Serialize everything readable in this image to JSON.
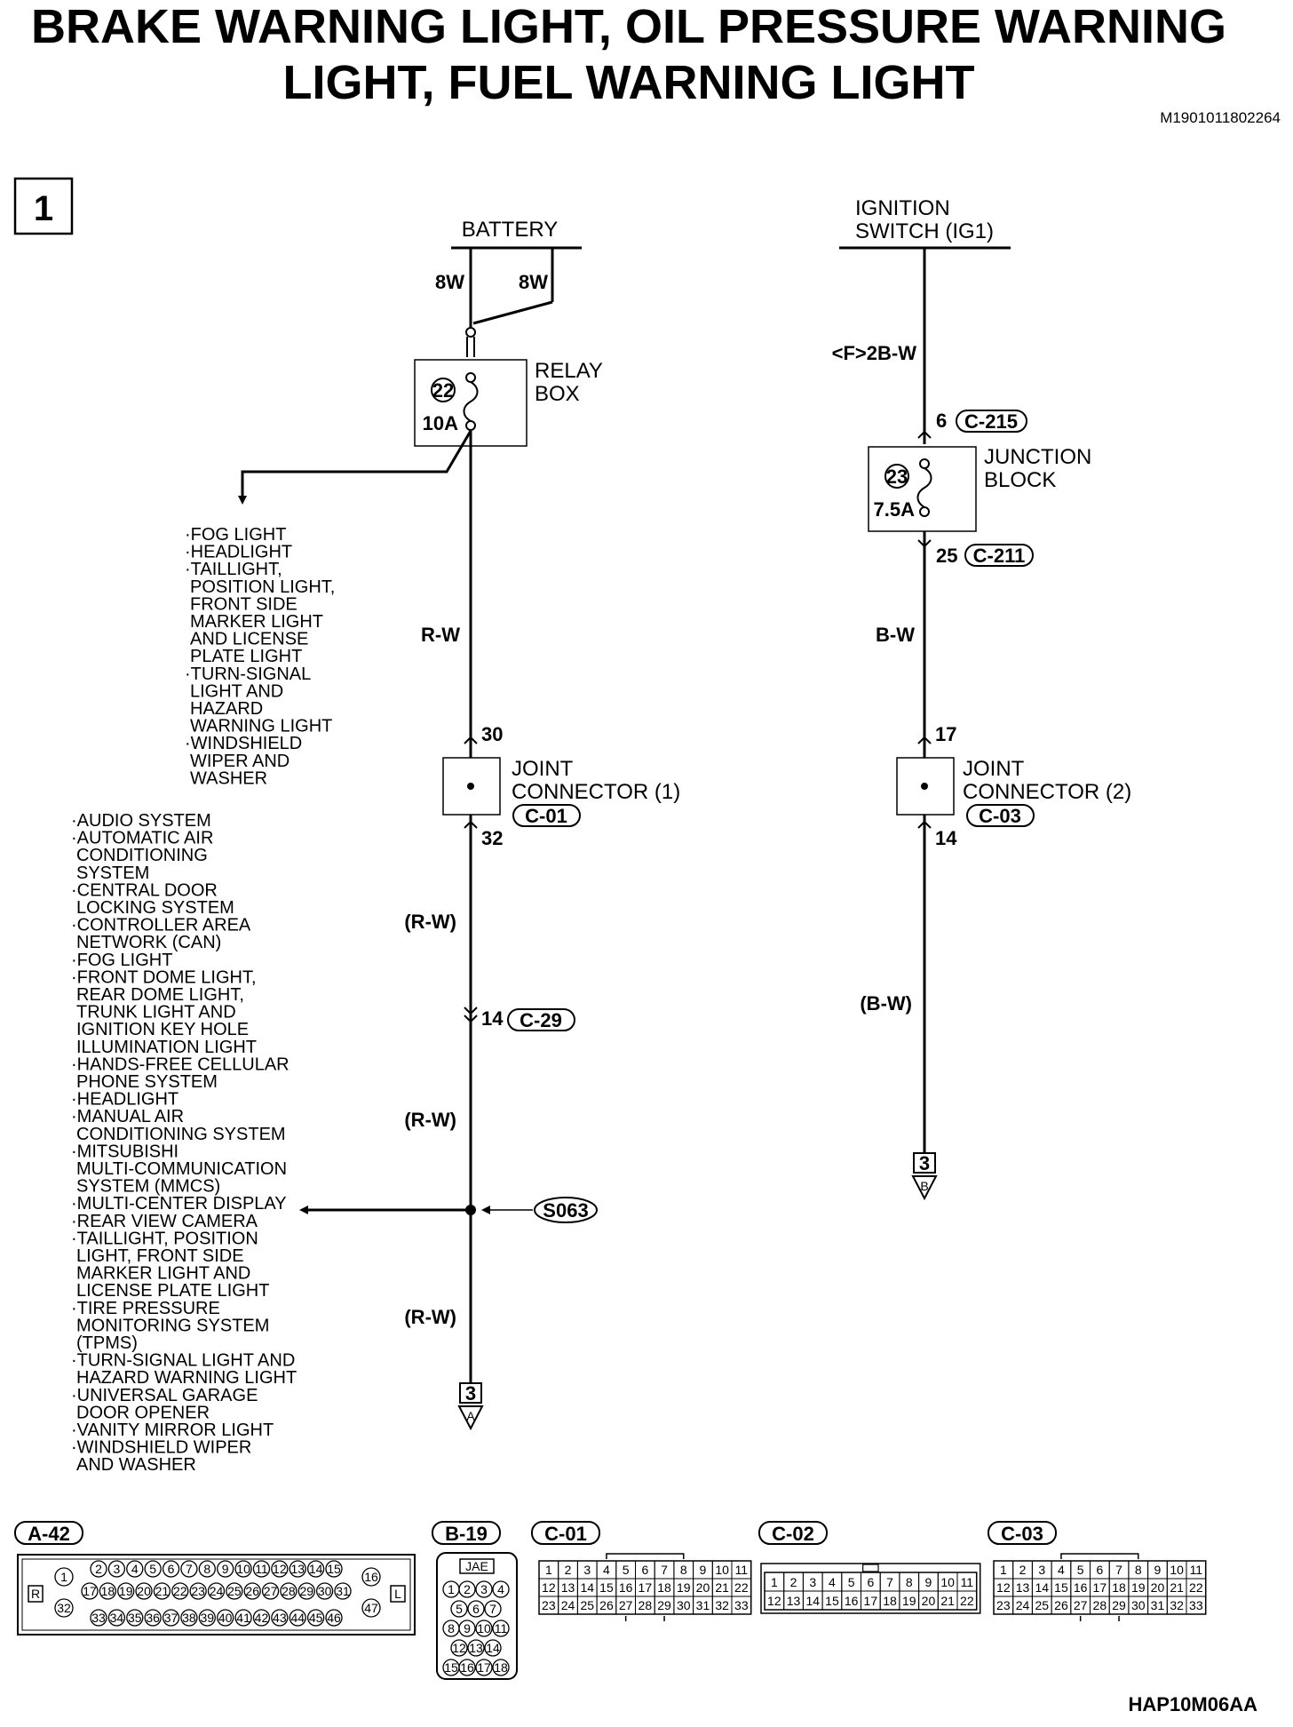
{
  "header": {
    "title_line1": "BRAKE WARNING LIGHT, OIL PRESSURE WARNING",
    "title_line2": "LIGHT, FUEL WARNING LIGHT",
    "doc_code": "M1901011802264",
    "page_no": "1",
    "figure_code": "HAP10M06AA"
  },
  "left_circuit": {
    "source": "BATTERY",
    "wire_a": "8W",
    "wire_b": "8W",
    "fuse_box": "RELAY BOX",
    "fuse_no": "22",
    "fuse_amp": "10A",
    "branch_items": [
      "·FOG LIGHT",
      "·HEADLIGHT",
      "·TAILLIGHT,",
      "POSITION LIGHT,",
      "FRONT SIDE",
      "MARKER LIGHT",
      "AND LICENSE",
      "PLATE LIGHT",
      "·TURN-SIGNAL",
      "LIGHT AND",
      "HAZARD",
      "WARNING LIGHT",
      "·WINDSHIELD",
      "WIPER AND",
      "WASHER"
    ],
    "wire_main": "R-W",
    "jc_in_pin": "30",
    "jc_name_1": "JOINT",
    "jc_name_2": "CONNECTOR (1)",
    "jc_code": "C-01",
    "jc_out_pin": "32",
    "wire_paren_1": "(R-W)",
    "conn_pin": "14",
    "conn_code": "C-29",
    "wire_paren_2": "(R-W)",
    "splice_code": "S063",
    "splice_items": [
      "·AUDIO SYSTEM",
      "·AUTOMATIC AIR",
      "CONDITIONING",
      "SYSTEM",
      "·CENTRAL DOOR",
      "LOCKING SYSTEM",
      "·CONTROLLER AREA",
      "NETWORK (CAN)",
      "·FOG LIGHT",
      "·FRONT DOME LIGHT,",
      "REAR DOME LIGHT,",
      "TRUNK LIGHT AND",
      "IGNITION KEY HOLE",
      "ILLUMINATION LIGHT",
      "·HANDS-FREE CELLULAR",
      "PHONE SYSTEM",
      "·HEADLIGHT",
      "·MANUAL AIR",
      "CONDITIONING SYSTEM",
      "·MITSUBISHI",
      "MULTI-COMMUNICATION",
      "SYSTEM (MMCS)",
      "·MULTI-CENTER DISPLAY",
      "·REAR VIEW CAMERA",
      "·TAILLIGHT, POSITION",
      "LIGHT, FRONT SIDE",
      "MARKER LIGHT AND",
      "LICENSE PLATE LIGHT",
      "·TIRE PRESSURE",
      "MONITORING SYSTEM",
      "(TPMS)",
      "·TURN-SIGNAL LIGHT AND",
      "HAZARD WARNING LIGHT",
      "·UNIVERSAL GARAGE",
      "DOOR OPENER",
      "·VANITY MIRROR LIGHT",
      "·WINDSHIELD WIPER",
      "AND WASHER"
    ],
    "wire_paren_3": "(R-W)",
    "goto_page": "3",
    "goto_letter": "A"
  },
  "right_circuit": {
    "source_1": "IGNITION",
    "source_2": "SWITCH (IG1)",
    "wire_top": "<F>2B-W",
    "in_pin": "6",
    "in_code": "C-215",
    "fuse_box_1": "JUNCTION",
    "fuse_box_2": "BLOCK",
    "fuse_no": "23",
    "fuse_amp": "7.5A",
    "out_pin": "25",
    "out_code": "C-211",
    "wire_main": "B-W",
    "jc_in_pin": "17",
    "jc_name_1": "JOINT",
    "jc_name_2": "CONNECTOR (2)",
    "jc_code": "C-03",
    "jc_out_pin": "14",
    "wire_paren": "(B-W)",
    "goto_page": "3",
    "goto_letter": "B"
  },
  "connectors": {
    "a42": {
      "label": "A-42",
      "side_left": "R",
      "side_right": "L",
      "left_pins": [
        "1",
        "32"
      ],
      "right_pins": [
        "16",
        "47"
      ],
      "row1": [
        "2",
        "3",
        "4",
        "5",
        "6",
        "7",
        "8",
        "9",
        "10",
        "11",
        "12",
        "13",
        "14",
        "15"
      ],
      "row2": [
        "17",
        "18",
        "19",
        "20",
        "21",
        "22",
        "23",
        "24",
        "25",
        "26",
        "27",
        "28",
        "29",
        "30",
        "31"
      ],
      "row3": [
        "33",
        "34",
        "35",
        "36",
        "37",
        "38",
        "39",
        "40",
        "41",
        "42",
        "43",
        "44",
        "45",
        "46"
      ]
    },
    "b19": {
      "label": "B-19",
      "badge": "JAE",
      "rows": [
        [
          "1",
          "2",
          "3",
          "4"
        ],
        [
          "5",
          "6",
          "7"
        ],
        [
          "8",
          "9",
          "10",
          "11"
        ],
        [
          "12",
          "13",
          "14"
        ],
        [
          "15",
          "16",
          "17",
          "18"
        ]
      ]
    },
    "c01": {
      "label": "C-01",
      "rows": [
        [
          "1",
          "2",
          "3",
          "4",
          "5",
          "6",
          "7",
          "8",
          "9",
          "10",
          "11"
        ],
        [
          "12",
          "13",
          "14",
          "15",
          "16",
          "17",
          "18",
          "19",
          "20",
          "21",
          "22"
        ],
        [
          "23",
          "24",
          "25",
          "26",
          "27",
          "28",
          "29",
          "30",
          "31",
          "32",
          "33"
        ]
      ]
    },
    "c02": {
      "label": "C-02",
      "rows": [
        [
          "1",
          "2",
          "3",
          "4",
          "5",
          "6",
          "7",
          "8",
          "9",
          "10",
          "11"
        ],
        [
          "12",
          "13",
          "14",
          "15",
          "16",
          "17",
          "18",
          "19",
          "20",
          "21",
          "22"
        ]
      ]
    },
    "c03": {
      "label": "C-03",
      "rows": [
        [
          "1",
          "2",
          "3",
          "4",
          "5",
          "6",
          "7",
          "8",
          "9",
          "10",
          "11"
        ],
        [
          "12",
          "13",
          "14",
          "15",
          "16",
          "17",
          "18",
          "19",
          "20",
          "21",
          "22"
        ],
        [
          "23",
          "24",
          "25",
          "26",
          "27",
          "28",
          "29",
          "30",
          "31",
          "32",
          "33"
        ]
      ]
    }
  }
}
